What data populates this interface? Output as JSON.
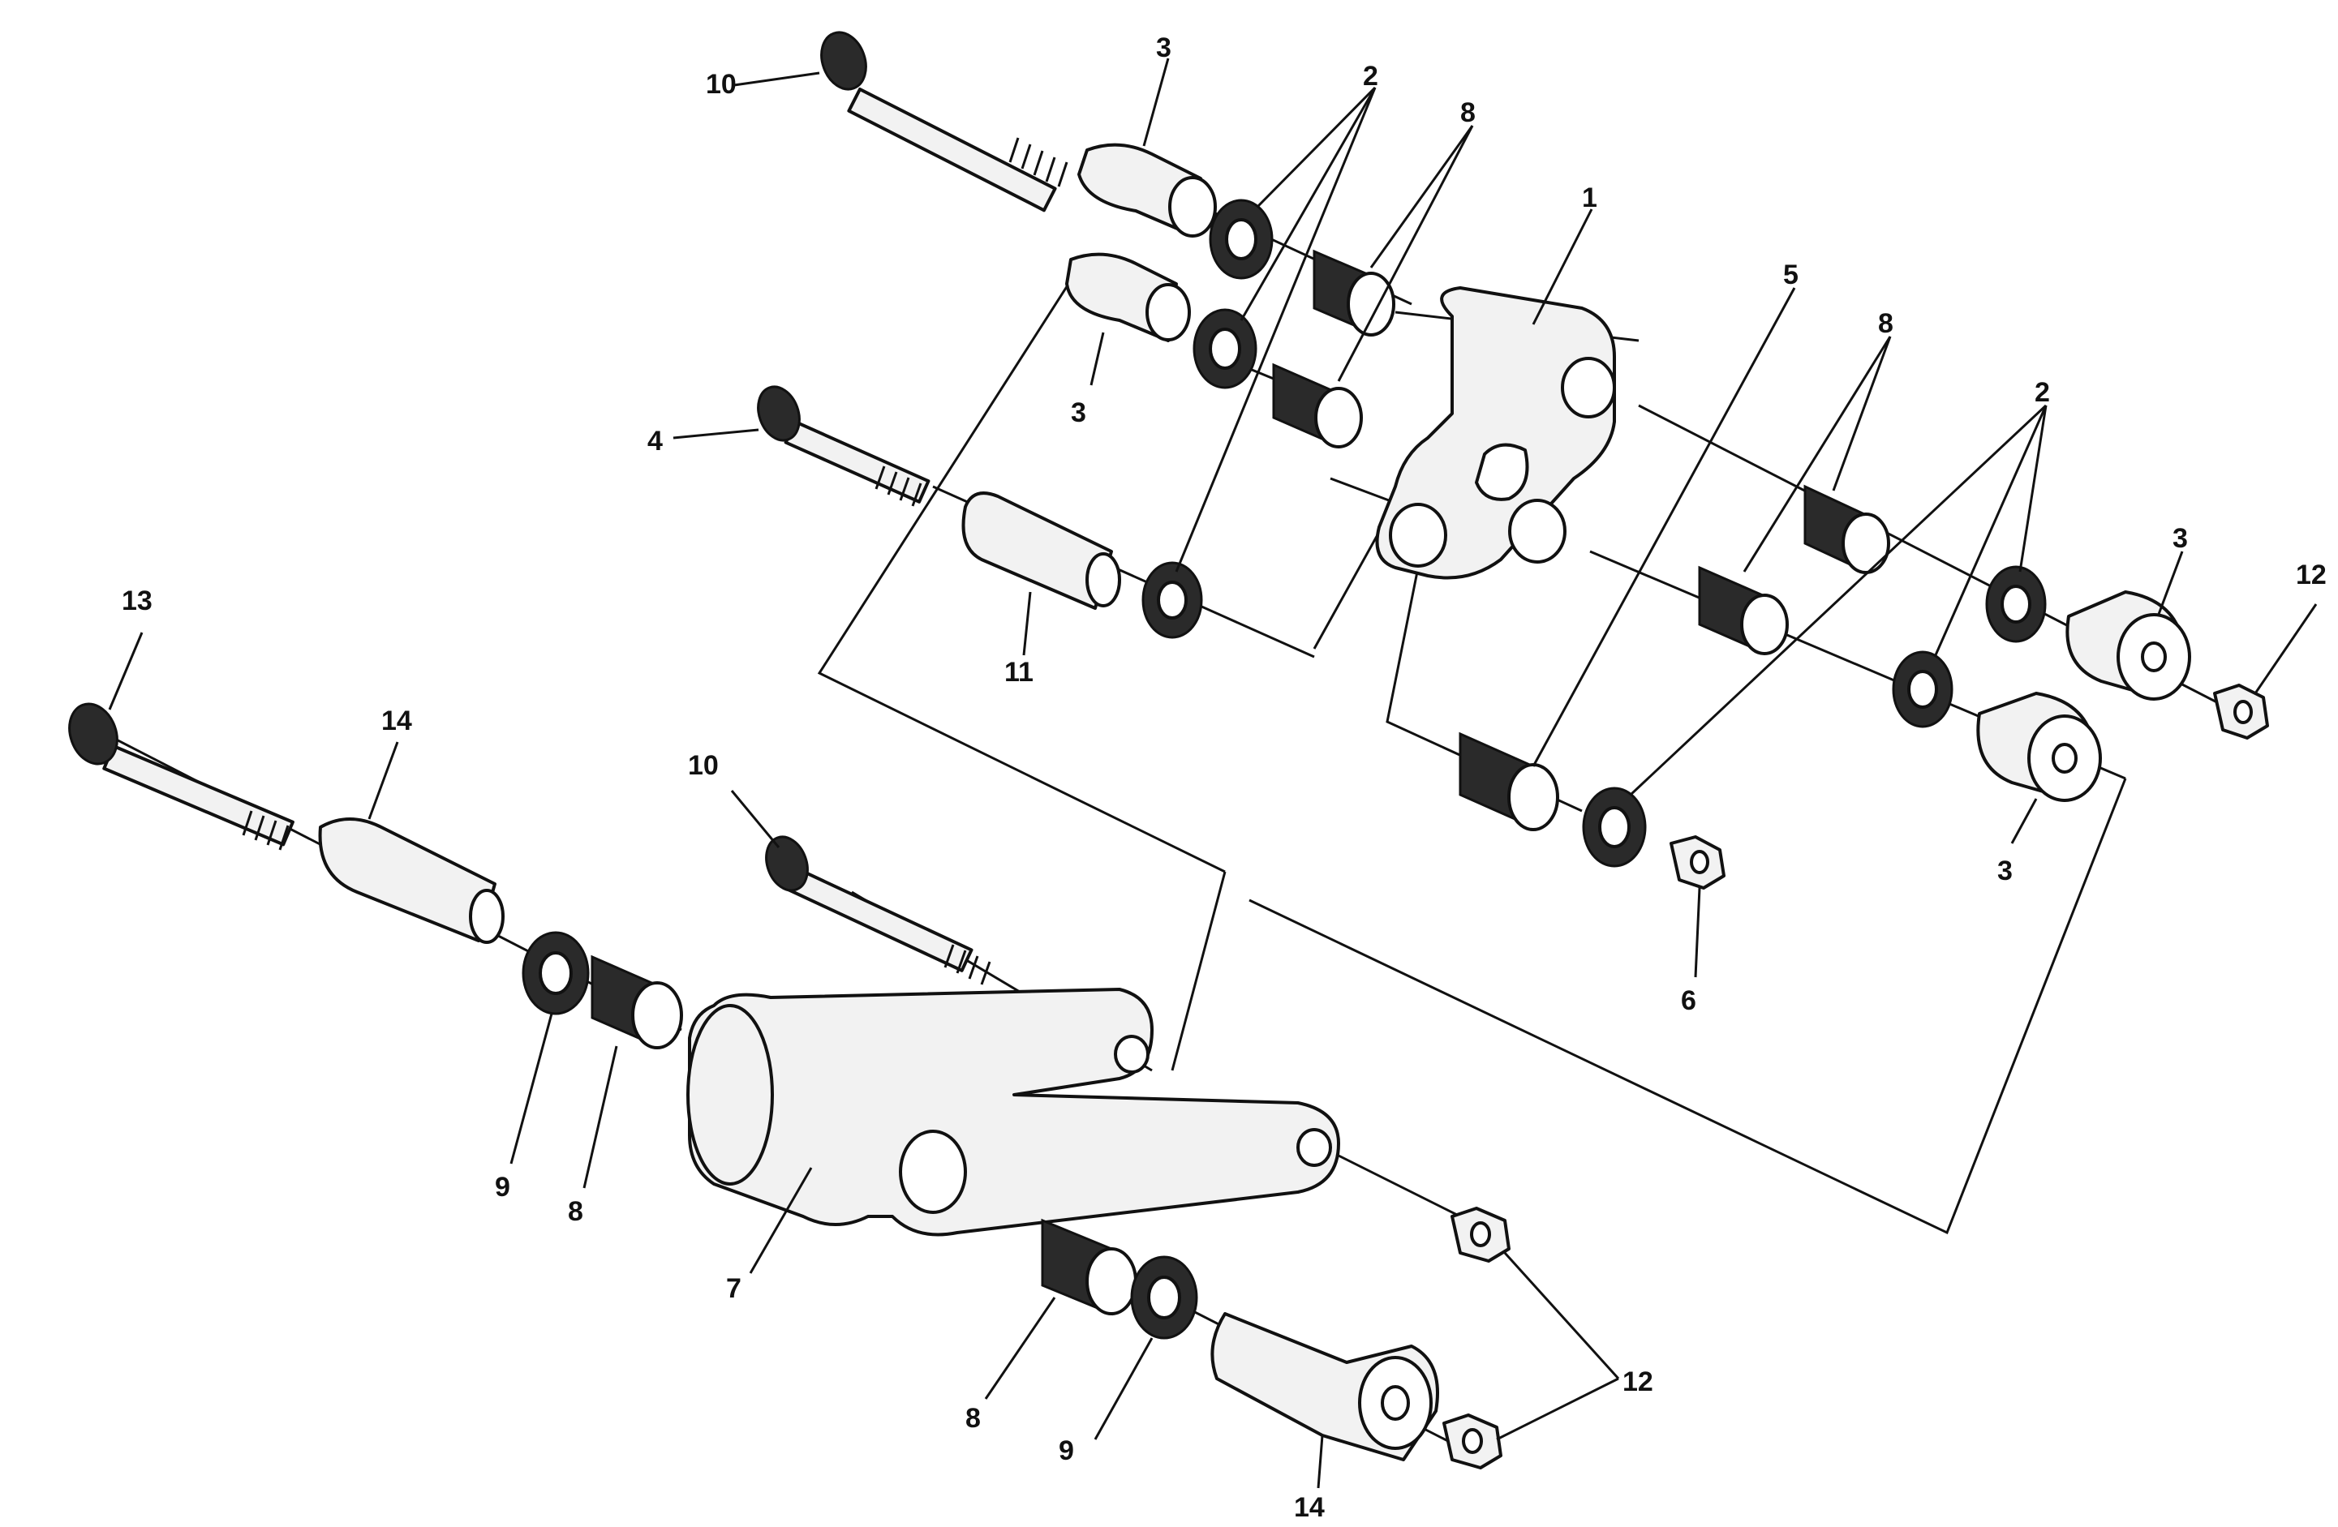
{
  "callouts": {
    "c_10_top": "10",
    "c_3_top": "3",
    "c_2_top": "2",
    "c_8_top": "8",
    "c_1": "1",
    "c_3_mid": "3",
    "c_4": "4",
    "c_11": "11",
    "c_5": "5",
    "c_8_right": "8",
    "c_2_right": "2",
    "c_3_right": "3",
    "c_12_right": "12",
    "c_3_lower_right": "3",
    "c_6": "6",
    "c_13": "13",
    "c_14_left": "14",
    "c_10_mid": "10",
    "c_9_left": "9",
    "c_8_left": "8",
    "c_7": "7",
    "c_12_bottom": "12",
    "c_8_bottom": "8",
    "c_9_bottom": "9",
    "c_14_bottom": "14"
  }
}
